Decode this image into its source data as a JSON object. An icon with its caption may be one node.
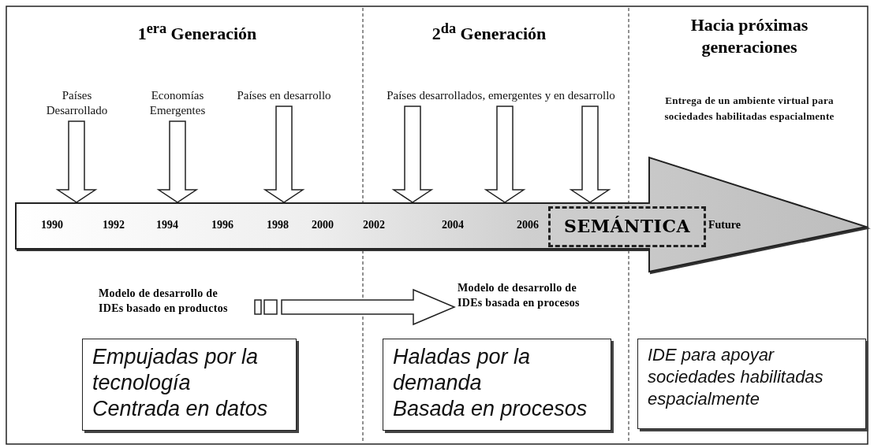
{
  "diagram": {
    "nodes": [
      {
        "text": [
          "Países Desarrollado"
        ]
      },
      {
        "text": [
          "Economías Emergentes"
        ]
      },
      {
        "text": [
          "Países en desarrollo"
        ]
      },
      {
        "text": [
          "Países desarrollados, emergentes y en desarrollo"
        ]
      },
      {
        "text": [
          "1990",
          "1992",
          "1994",
          "1996",
          "1998",
          "2000",
          "2002",
          "2004",
          "2006",
          "Future"
        ]
      },
      {
        "text": [
          "SEMÁNTICA"
        ],
        "in": 4
      },
      {
        "text": [
          "Modelo de desarrollo de IDEs basado en productos"
        ]
      },
      {
        "text": [
          "Modelo de desarrollo de IDEs basada en procesos"
        ]
      },
      {
        "text": [
          "Empujadas por la tecnología",
          "Centrada en datos"
        ]
      },
      {
        "text": [
          "Haladas por la demanda",
          "Basada en procesos"
        ]
      },
      {
        "text": [
          "IDE para apoyar sociedades habilitadas espacialmente"
        ]
      }
    ],
    "edges": [
      {
        "from": 0,
        "to": 4,
        "arrow": "to"
      },
      {
        "from": 1,
        "to": 4,
        "arrow": "to"
      },
      {
        "from": 2,
        "to": 4,
        "arrow": "to"
      },
      {
        "from": 3,
        "to": 4,
        "arrow": "to"
      },
      {
        "from": 3,
        "to": 4,
        "arrow": "to"
      },
      {
        "from": 3,
        "to": 4,
        "arrow": "to"
      },
      {
        "from": 6,
        "to": 7,
        "arrow": "to"
      }
    ],
    "labels": [
      "1$^{era}$ Generación",
      "2$^{da}$ Generación",
      "Hacia próximas generaciones",
      "Entrega de un ambiente virtual para sociedades habilitadas espacialmente"
    ]
  }
}
